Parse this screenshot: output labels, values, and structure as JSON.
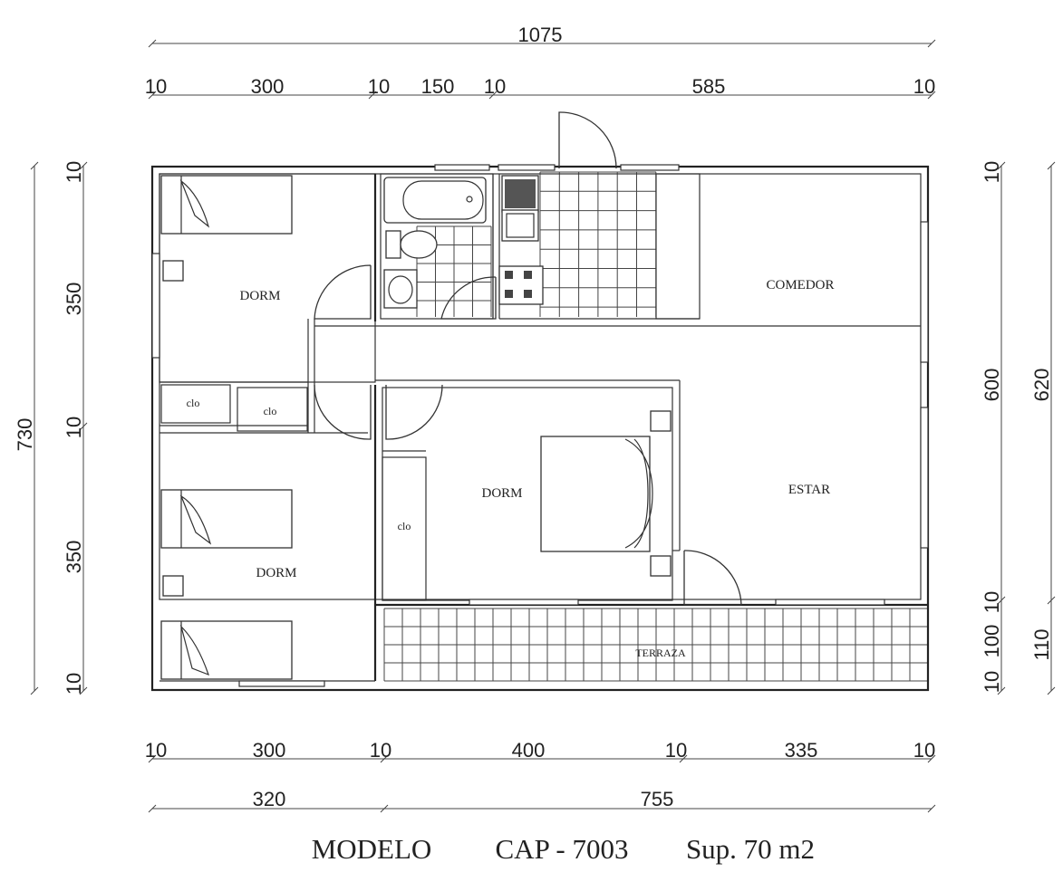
{
  "rooms": {
    "dorm_top": "DORM",
    "dorm_bottom": "DORM",
    "dorm_middle": "DORM",
    "comedor": "COMEDOR",
    "estar": "ESTAR",
    "terraza": "TERRAZA",
    "clo_1": "clo",
    "clo_2": "clo",
    "clo_3": "clo"
  },
  "dimensions": {
    "top_total": "1075",
    "top_row": [
      "10",
      "300",
      "10",
      "150",
      "10",
      "585",
      "10"
    ],
    "bottom_row": [
      "10",
      "300",
      "10",
      "400",
      "10",
      "335",
      "10"
    ],
    "bottom_total": [
      "320",
      "755"
    ],
    "left_total": "730",
    "left_row": [
      "10",
      "350",
      "10",
      "350",
      "10"
    ],
    "right_inner": [
      "10",
      "600",
      "10",
      "100",
      "10"
    ],
    "right_outer": [
      "620",
      "110"
    ]
  },
  "title": {
    "model": "MODELO",
    "code": "CAP - 7003",
    "area": "Sup. 70 m2"
  }
}
